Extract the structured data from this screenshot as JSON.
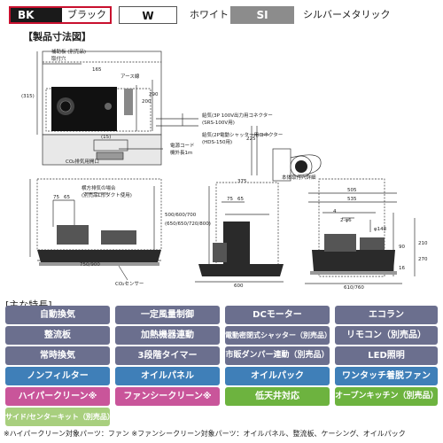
{
  "colors": [
    {
      "code": "BK",
      "name": "ブラック",
      "bg": "#1a1a1a",
      "fg": "#ffffff",
      "selected": true
    },
    {
      "code": "W",
      "name": "ホワイト",
      "bg": "#ffffff",
      "fg": "#111111",
      "selected": false
    },
    {
      "code": "SI",
      "name": "シルバーメタリック",
      "bg": "#8c8c8c",
      "fg": "#ffffff",
      "selected": false
    }
  ],
  "diagram": {
    "title": "【製品寸法図】",
    "labels": {
      "a1": "補助板 (別売品)",
      "a2": "取付穴",
      "a3": "アース線",
      "d165": "165",
      "d315": "(315)",
      "d200": "200",
      "d290": "290",
      "c1": "給気(3P 100V出力用コネクター",
      "c1b": "(SRS-100V用)",
      "c2": "給気(2P電動シャッター用コネクター",
      "c2b": "(HDS-150用)",
      "cord1": "電源コード",
      "cord2": "機外長1m",
      "d15": "(15)",
      "co2": "CO₂排気用開口",
      "sidevent1": "横方排気の場合",
      "sidevent2": "(別売品L形ダクト使用)",
      "d75a": "75",
      "d65a": "65",
      "w750": "750/900",
      "co2sensor": "CO₂センサー",
      "h500": "500/600/700",
      "h650": "(650/650/720/800)",
      "dia148": "φ148",
      "r1": "本体取付穴詳細",
      "d375": "375",
      "d505": "505",
      "d535": "535",
      "d4": "4",
      "d2": "2-φ6",
      "d600": "600",
      "d610": "610/760",
      "d210": "210",
      "d270": "270",
      "d90": "90",
      "d16": "16",
      "d75b": "75",
      "d65b": "65",
      "d225": "225"
    }
  },
  "features_title": "[主な特長]",
  "features": [
    [
      "自動換気",
      "一定風量制御",
      "DCモーター",
      "エコラン"
    ],
    [
      "整流板",
      "加熱機器連動",
      "電動密閉式シャッター（別売品）",
      "リモコン（別売品）"
    ],
    [
      "常時換気",
      "3段階タイマー",
      "市販ダンパー連動（別売品）",
      "LED照明"
    ],
    [
      "ノンフィルター",
      "オイルパネル",
      "オイルパック",
      "ワンタッチ着脱ファン"
    ],
    [
      "ハイパークリーン※",
      "ファンシークリーン※",
      "低天井対応",
      "オープンキッチン（別売品）"
    ],
    [
      "サイド/センターキット（別売品）"
    ]
  ],
  "feature_colors": {
    "slate": "#6b6f8e",
    "blue": "#3f7fb8",
    "pink": "#c9559a",
    "green": "#6db33f",
    "lightgreen": "#a8cf7e"
  },
  "footnote": "※ハイパークリーン対象パーツ：ファン ※ファンシークリーン対象パーツ：オイルパネル、整流板、ケーシング、オイルパック"
}
